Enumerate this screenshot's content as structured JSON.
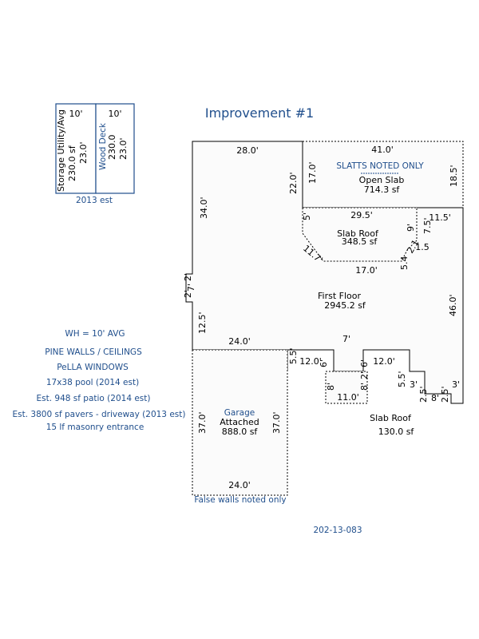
{
  "title": "Improvement #1",
  "colors": {
    "title": "#1f4e8c",
    "lines": "#000000",
    "notes": "#1f4e8c"
  },
  "small_boxes": {
    "storage": {
      "width": "10'",
      "name": "Storage Utility/Avg",
      "area": "230.0 sf",
      "length": "23.0'"
    },
    "deck": {
      "width": "10'",
      "name": "Wood Deck",
      "area": "230.0",
      "length": "23.0'"
    },
    "caption": "2013 est"
  },
  "open_slab": {
    "top": "41.0'",
    "note": "SLATTS NOTED ONLY",
    "name": "Open Slab",
    "area": "714.3 sf",
    "right": "18.5'",
    "left": "17.0'"
  },
  "first_floor": {
    "name": "First Floor",
    "area": "2945.2 sf",
    "dims": {
      "top": "28.0'",
      "left_upper": "34.0'",
      "inner_vert": "22.0'",
      "bump_1": "2'",
      "bump_2": "7'",
      "bump_3": "2'",
      "left_lower": "12.5'",
      "mid_left": "24.0'",
      "step_down": "5.5'",
      "to_entry": "12.0'",
      "entry_left": "6'",
      "entry_top": "7'",
      "entry_right": "6'",
      "from_entry": "12.0'",
      "right_step": "5.5'",
      "s_3a": "3'",
      "s_25a": "2.5'",
      "s_8": "8'",
      "s_25b": "2.5'",
      "s_3b": "3'",
      "right": "46.0'",
      "right_top": "11.5'",
      "right_75": "7.5'",
      "right_15": "1.5'"
    }
  },
  "slab_roof_upper": {
    "name": "Slab Roof",
    "area": "348.5 sf",
    "top": "29.5'",
    "left": "5'",
    "diag": "11.7'",
    "bottom": "17.0'",
    "r9": "9'",
    "r54": "5.4",
    "r21": "2.1",
    "r15": "1.5"
  },
  "slab_roof_lower": {
    "name": "Slab Roof",
    "area": "130.0 sf",
    "w": "11.0'",
    "l": "8'",
    "r": "8'",
    "t": "2'"
  },
  "garage": {
    "line1": "Garage",
    "line2": "Attached",
    "area": "888.0 sf",
    "left": "37.0'",
    "right": "37.0'",
    "bottom": "24.0'",
    "note": "False walls noted only"
  },
  "notes": [
    "WH = 10' AVG",
    "PINE WALLS / CEILINGS",
    "PeLLA WINDOWS",
    "17x38 pool (2014 est)",
    "Est. 948 sf patio (2014 est)",
    "Est. 3800 sf pavers - driveway (2013 est)",
    "15 lf masonry entrance"
  ],
  "parcel_id": "202-13-083"
}
